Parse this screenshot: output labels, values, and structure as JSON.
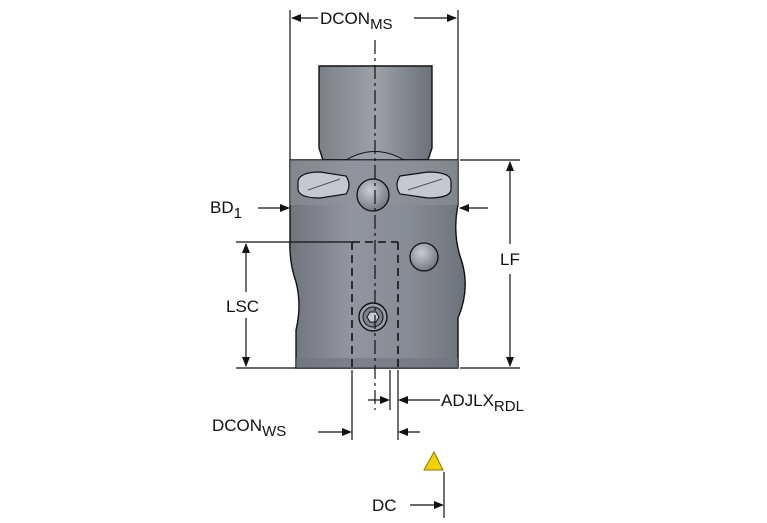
{
  "labels": {
    "dcon_ms": {
      "main": "DCON",
      "sub": "MS"
    },
    "bd1": {
      "main": "BD",
      "sub": "1"
    },
    "lf": "LF",
    "lsc": "LSC",
    "adjlx_rdl": {
      "main": "ADJLX",
      "sub": "RDL"
    },
    "dcon_ws": {
      "main": "DCON",
      "sub": "WS"
    },
    "dc": "DC"
  },
  "colors": {
    "body_gray": "#8a8f98",
    "body_dark": "#6b7079",
    "body_light": "#b4b8bf",
    "insert_yellow": "#f2d200",
    "line": "#111111"
  }
}
